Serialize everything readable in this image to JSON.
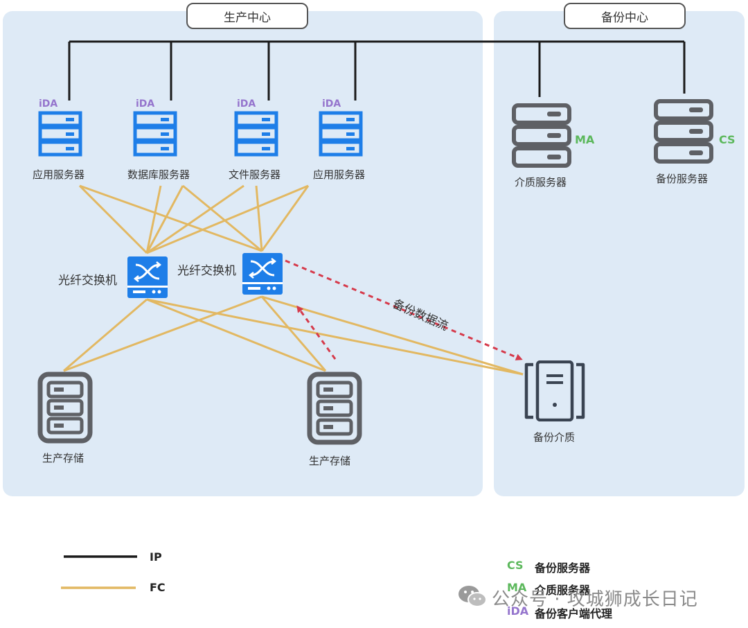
{
  "colors": {
    "panel": "#deeaf6",
    "ip_line": "#1a1a1a",
    "fc_line": "#e2b862",
    "flow": "#d63a4b",
    "server_blue": "#1e7ee8",
    "server_gray": "#5e6065",
    "tag_ida": "#9575cd",
    "tag_ma": "#5cb85c",
    "tag_cs": "#5cb85c"
  },
  "zones": {
    "production": "生产中心",
    "backup": "备份中心"
  },
  "nodes": {
    "app_server_1": {
      "label": "应用服务器",
      "tag": "iDA",
      "icon": "server-icon"
    },
    "db_server": {
      "label": "数据库服务器",
      "tag": "iDA",
      "icon": "server-icon"
    },
    "file_server": {
      "label": "文件服务器",
      "tag": "iDA",
      "icon": "server-icon"
    },
    "app_server_2": {
      "label": "应用服务器",
      "tag": "iDA",
      "icon": "server-icon"
    },
    "media_server": {
      "label": "介质服务器",
      "tag": "MA",
      "icon": "server-icon"
    },
    "backup_server": {
      "label": "备份服务器",
      "tag": "CS",
      "icon": "server-icon"
    },
    "fc_switch_1": {
      "label": "光纤交换机",
      "icon": "fc-switch-icon"
    },
    "fc_switch_2": {
      "label": "光纤交换机",
      "icon": "fc-switch-icon"
    },
    "storage_1": {
      "label": "生产存储",
      "icon": "storage-icon"
    },
    "storage_2": {
      "label": "生产存储",
      "icon": "storage-icon"
    },
    "backup_media": {
      "label": "备份介质",
      "icon": "tape-library-icon"
    }
  },
  "flow_label": "备份数据流",
  "legend": {
    "ip": "IP",
    "fc": "FC",
    "cs_abbr": "CS",
    "cs_desc": "备份服务器",
    "ma_abbr": "MA",
    "ma_desc": "介质服务器",
    "ida_abbr": "iDA",
    "ida_desc": "备份客户端代理"
  },
  "watermark": "公众号 · 攻城狮成长日记"
}
